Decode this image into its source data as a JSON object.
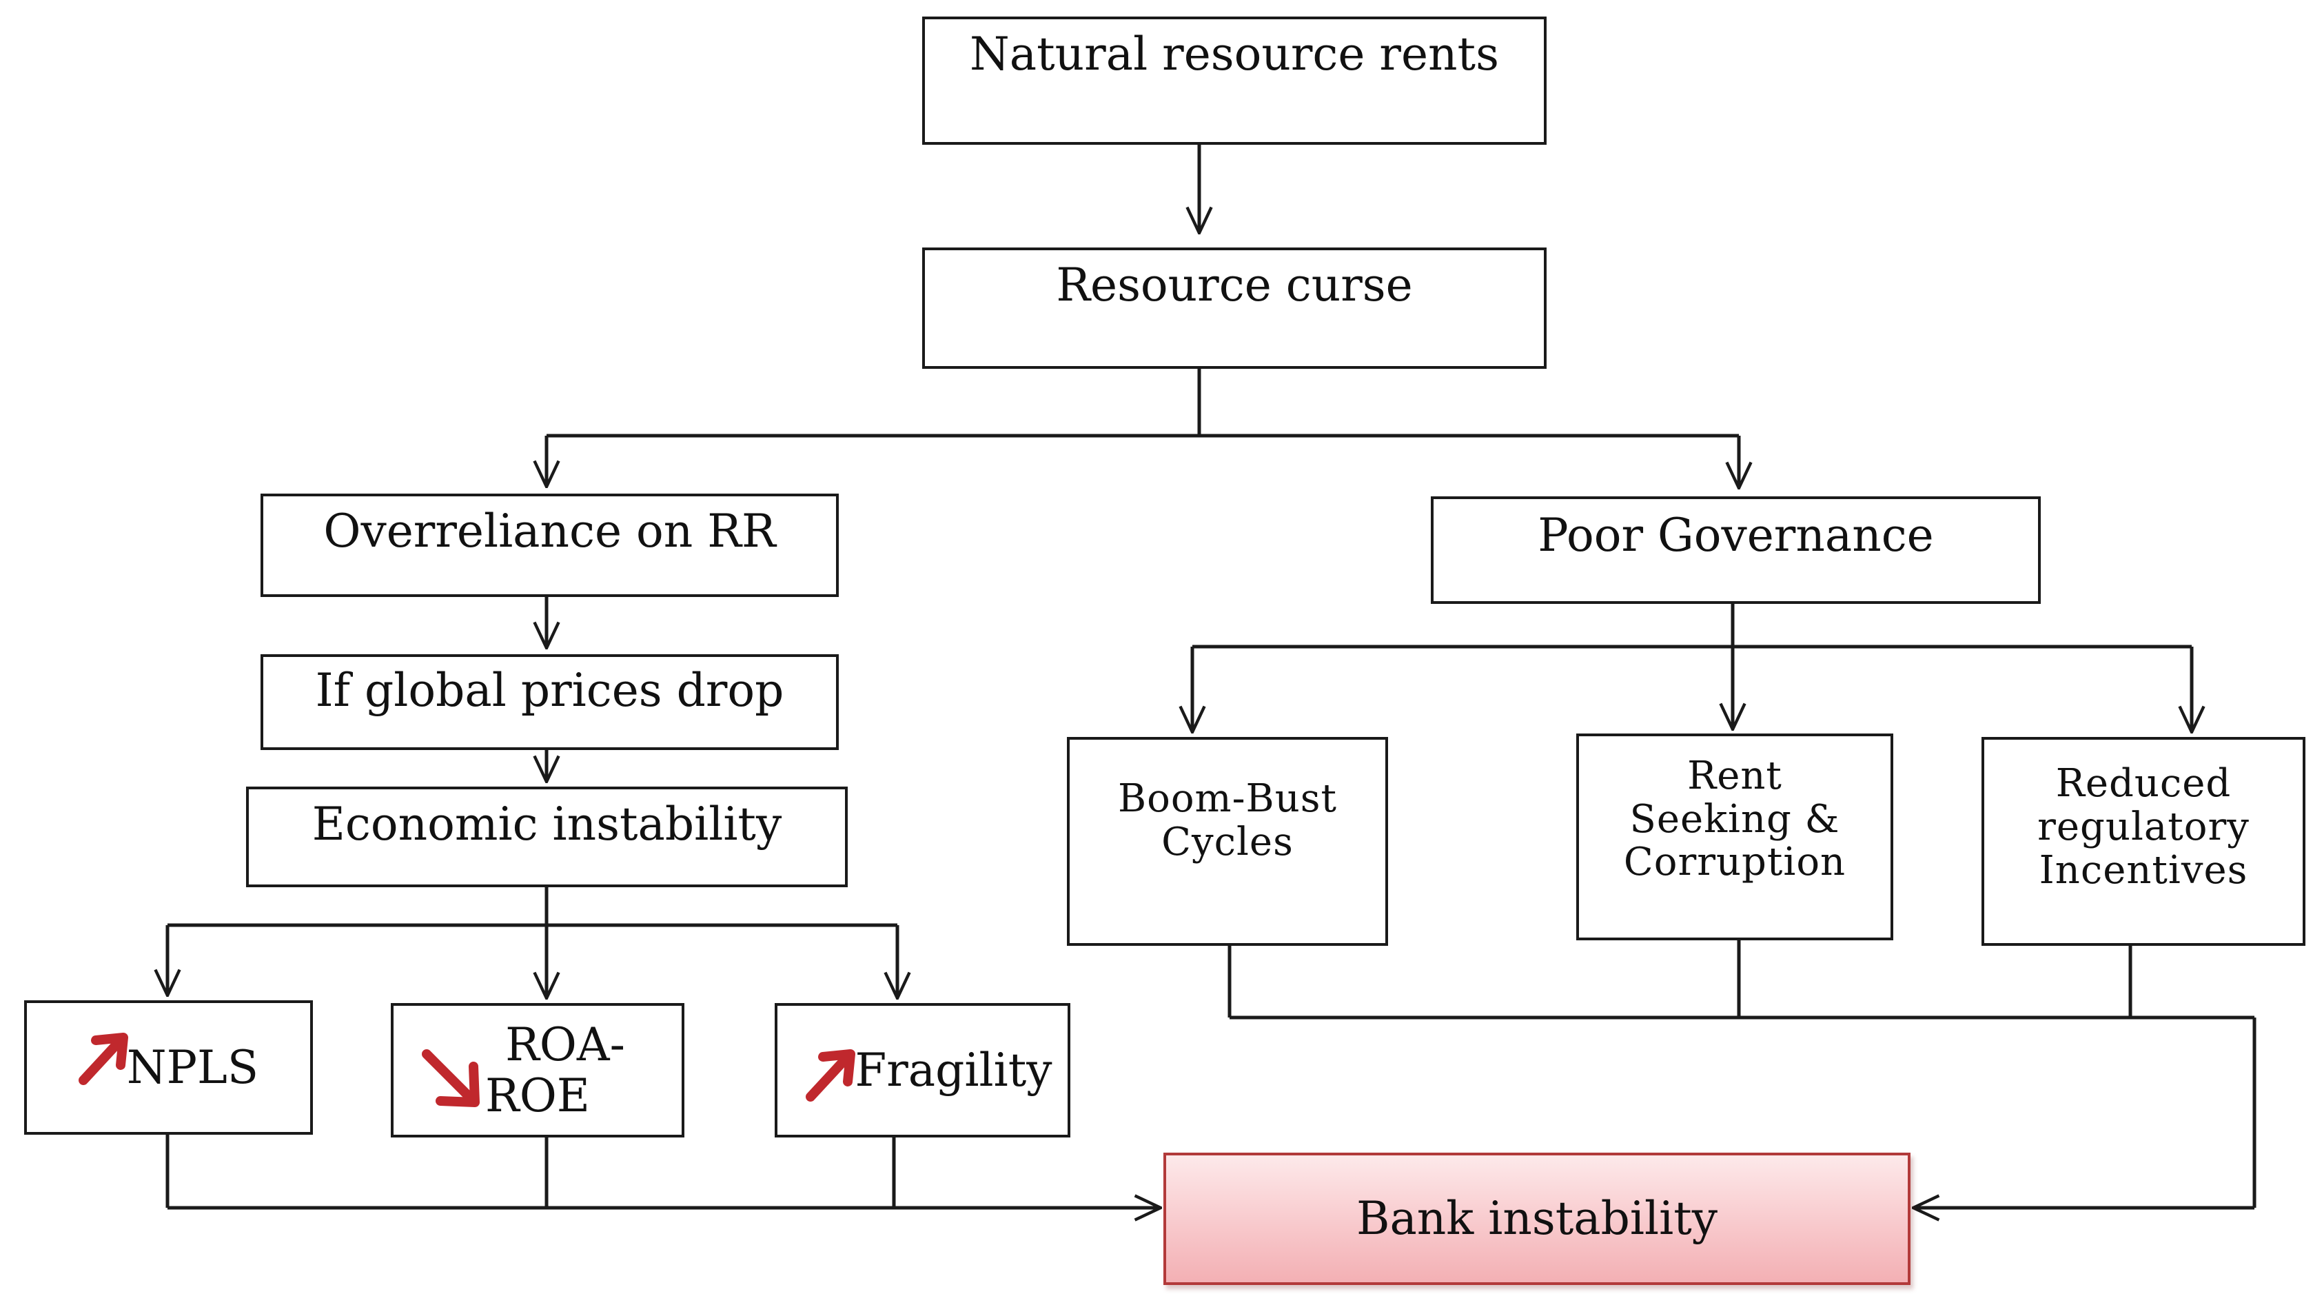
{
  "nodes": {
    "natural_resource_rents": "Natural resource rents",
    "resource_curse": "Resource curse",
    "overreliance": "Overreliance on RR",
    "global_prices": "If global prices drop",
    "economic_instability": "Economic instability",
    "poor_governance": "Poor Governance",
    "boom_bust": [
      "Boom-Bust",
      "Cycles"
    ],
    "rent_seeking": [
      "Rent",
      "Seeking &",
      "Corruption"
    ],
    "reduced_regulatory": [
      "Reduced",
      "regulatory",
      "Incentives"
    ],
    "npls": "NPLS",
    "roa_roe": [
      "ROA-",
      "ROE"
    ],
    "fragility": "Fragility",
    "bank_instability": "Bank instability"
  },
  "icons": {
    "npls": "red-up-arrow-icon",
    "roa_roe": "red-down-arrow-icon",
    "fragility": "red-up-arrow-icon"
  },
  "colors": {
    "indicator_arrow": "#c0282d",
    "bank_fill_top": "#fde9ea",
    "bank_fill_bottom": "#f3b0b4",
    "bank_border": "#b23a3a"
  }
}
